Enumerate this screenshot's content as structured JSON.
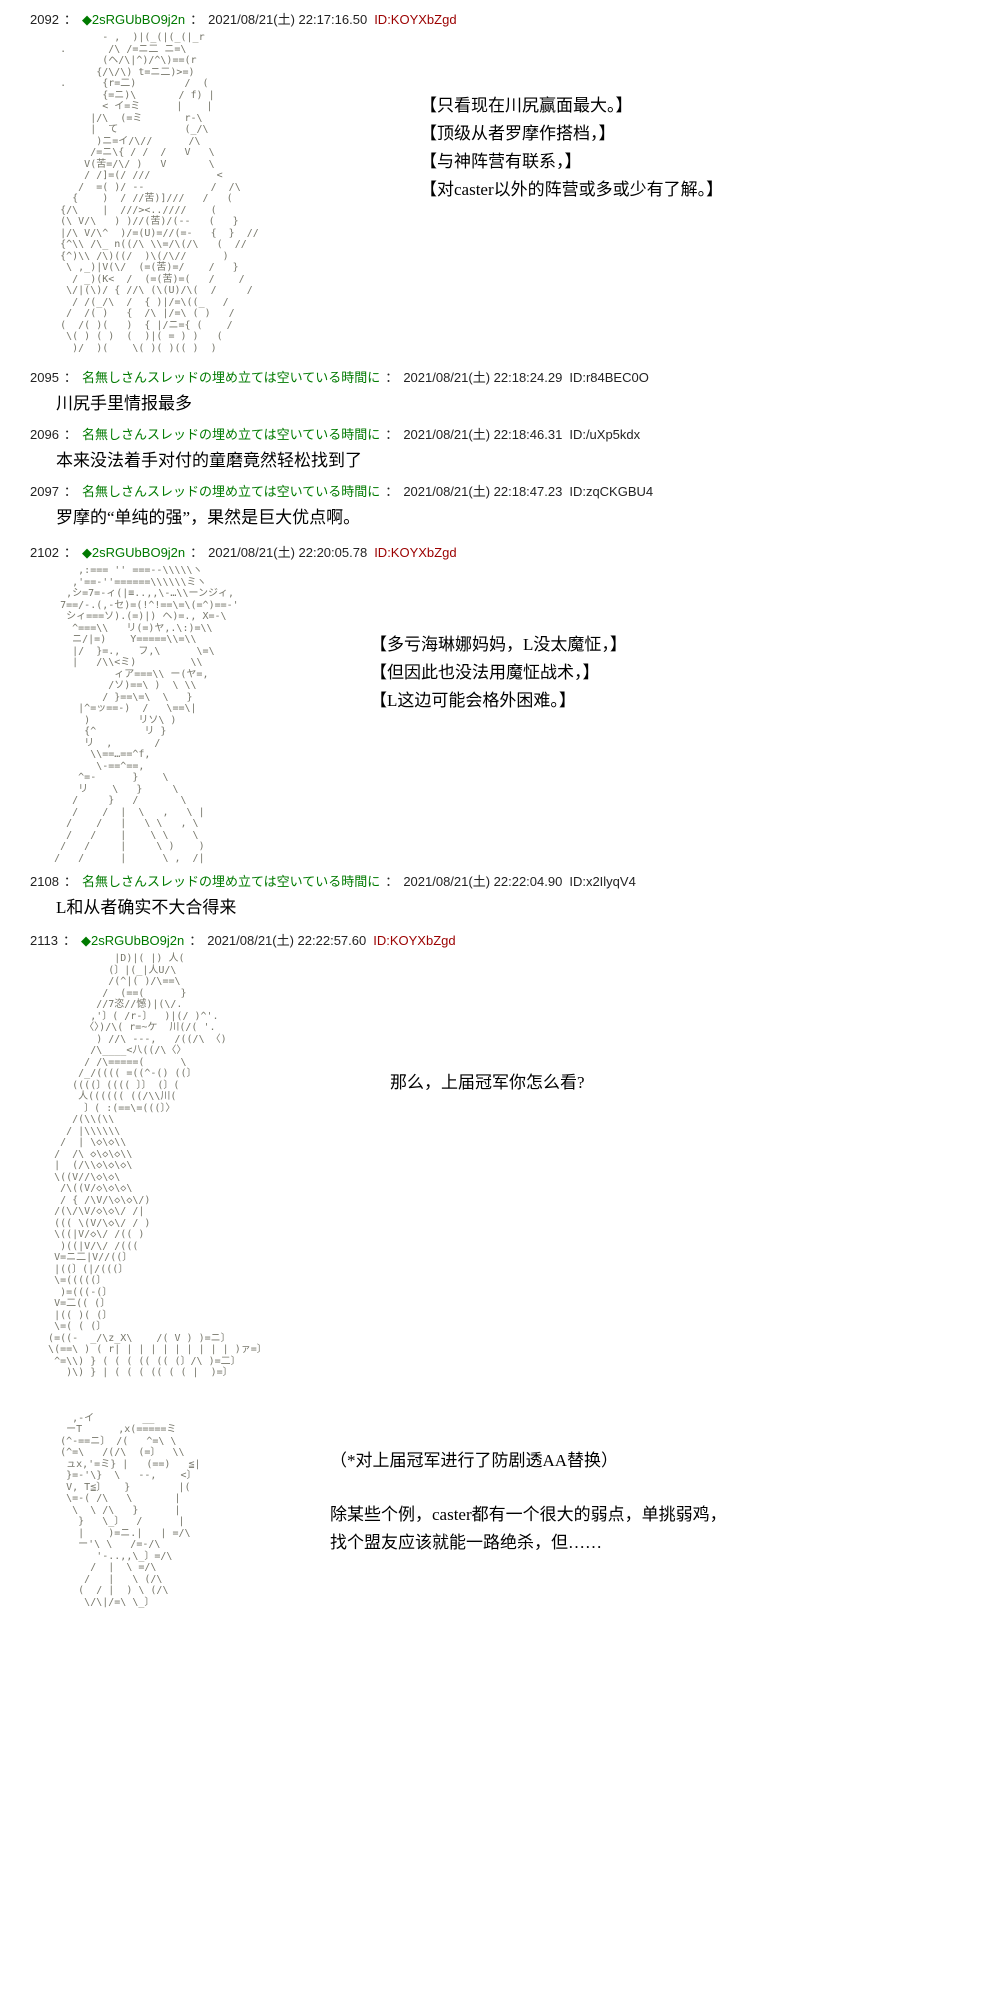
{
  "ui": {
    "sep": "："
  },
  "colors": {
    "background": "#ffffff",
    "name_green": "#007a00",
    "id_highlight": "#9b0000",
    "body_text": "#000000",
    "aa_text": "#76766a"
  },
  "posts": [
    {
      "number": "2092",
      "name": "◆2sRGUbBO9j2n",
      "date": "2021/08/21(土) 22:17:16.50",
      "id": "ID:KOYXbZgd",
      "aa": "            - ,  )|(_(|(_(|_r\n     .       /\\ /=ニ二 ニ=\\\n            (ヘ/\\|^)/^\\)==(r\n           {/\\/\\) t=ニ二)>=)\n     .      {r=二)        /  (\n            {=ニ)\\       / f) |\n            < イ=ミ      |    |\n          |/\\  (=ミ       r-\\\n          |  て           (_/\\\n           )ニ=イ/\\//      /\\\n          /=ニ\\{ / /  /   V   \\\n         V(苦=/\\/ )   V       \\\n         / /]=(/ ///           <\n        /  =( )/ --           /  /\\\n       {    )  / //苦)]///   /   (\n     {/\\    |  ///><..////    (\n     (\\ V/\\   ) )//(苦)/(--   (   }\n     |/\\ V/\\^  )/=(U)=//(=-   {  }  //\n     {^\\\\ /\\_ n((/\\ \\\\=/\\(/\\   (  //\n     {^)\\\\ /\\)((/  )\\(/\\//      )\n      \\ ,_)|V(\\/  (=(苦)=/    /   }\n       / _)(K<  /  (=(苦)=(   /    /\n      \\/|(\\)/ { //\\ (\\(U)/\\(  /     /\n       / /(_/\\  /  { )|/=\\((_   /\n      /  /( )   {  /\\ |/=\\ ( )   /\n     (  /( )(   )  { |/ニ={ (    /\n      \\( ) ( )  (  )|( = ) )   (\n       )/  )(    \\( )( )(( )  )",
      "dialogue": "【只看现在川尻赢面最大。】\n【顶级从者罗摩作搭档，】\n【与神阵营有联系，】\n【对caster以外的阵营或多或少有了解。】"
    },
    {
      "number": "2095",
      "name": "名無しさんスレッドの埋め立ては空いている時間に",
      "date": "2021/08/21(土) 22:18:24.29",
      "id": "ID:r84BEC0O",
      "text": "川尻手里情报最多"
    },
    {
      "number": "2096",
      "name": "名無しさんスレッドの埋め立ては空いている時間に",
      "date": "2021/08/21(土) 22:18:46.31",
      "id": "ID:/uXp5kdx",
      "text": "本来没法着手对付的童磨竟然轻松找到了"
    },
    {
      "number": "2097",
      "name": "名無しさんスレッドの埋め立ては空いている時間に",
      "date": "2021/08/21(土) 22:18:47.23",
      "id": "ID:zqCKGBU4",
      "text": "罗摩的“单纯的强”，果然是巨大优点啊。"
    },
    {
      "number": "2102",
      "name": "◆2sRGUbBO9j2n",
      "date": "2021/08/21(土) 22:20:05.78",
      "id": "ID:KOYXbZgd",
      "aa": "        ,:=== '' ===--\\\\\\\\\\ヽ\n       ,'==-''======\\\\\\\\\\\\ミヽ\n      ,シ=7=-ィ(|≡..,,\\-…\\\\ーンジィ,\n     7==/-.(,-セ)=(!^!==\\=\\(=^)==-'\n      シィ===ソ).(=)|) ヘ)=., X=-\\\n       ^===\\\\   リ(=)ヤ,.\\:)=\\\\\n       ニ/|=)    Y=====\\\\=\\\\\n       |/  }=.,   フ,\\      \\=\\\n       |   /\\\\<ミ)         \\\\\n              ィア===\\\\ ー(ヤ=,\n             /ソ)==\\ )  \\ \\\\\n            / }==\\=\\  \\   }\n        |^=ッ==-)  /   \\==\\|\n         )        リソ\\ )\n         {^        リ }\n         リ  ,       /\n          \\\\==…==^f,\n           \\-==^==,\n        ^=-      }    \\\n        リ    \\   }     \\\n       /     }   /       \\\n       /    /  |  \\   ,   \\ |\n      /    /   |   \\ \\   , \\\n      /   /    |    \\ \\    \\\n     /   /     |     \\ )    )\n    /   /      |      \\ ,  /|",
      "dialogue": "【多亏海琳娜妈妈，L没太魔怔，】\n【但因此也没法用魔怔战术，】\n【L这边可能会格外困难。】"
    },
    {
      "number": "2108",
      "name": "名無しさんスレッドの埋め立ては空いている時間に",
      "date": "2021/08/21(土) 22:22:04.90",
      "id": "ID:x2IlyqV4",
      "text": "L和从者确实不大合得来"
    },
    {
      "number": "2113",
      "name": "◆2sRGUbBO9j2n",
      "date": "2021/08/21(土) 22:22:57.60",
      "id": "ID:KOYXbZgd",
      "aa_top": "              |D)|( |) 人(\n             (〕|(_|人U/\\\n             /(^|( )/\\==\\\n            /  (==(      }\n           //7恣//憾)|(\\/.\n          ,'〕( /r-〕  )|(/ )^'.\n         〈〉)/\\( r=~ケ  川(/( '.\n           ) //\\ ---,   /((/\\ 〈)\n          /\\____<八((/\\〈〉\n         / /\\=====(      \\\n        /_/(((( =((^-() ((〕\n       ((((〕(((( 〕〕 (〕(\n        人(((((( ((/\\\\川(\n         〕( :(==\\=(((〕〉\n       /(\\\\(\\\\\n      / |\\\\\\\\\\\\\n     /  | \\◇\\◇\\\\\n    /  /\\ ◇\\◇\\◇\\\\\n    |  (/\\\\◇\\◇\\◇\\\n    \\((V//\\◇\\◇\\\n     /\\((V/◇\\◇\\◇\\\n     / { /\\V/\\◇\\◇\\/)\n    /(\\/\\V/◇\\◇\\/ /|\n    ((( \\(V/\\◇\\/ / )\n    \\((|V/◇\\/ /(( )\n     )((|V/\\/ /((( \n    V=ニ二|V//((〕\n    |((〕(|/(((〕\n    \\=(((((〕\n     )=(((-(〕\n    V=二(( (〕\n    |(( )( (〕\n    \\=( ( (〕\n   (=((-  _/\\z_X\\    /( V ) )=ニ〕\n   \\(==\\ ) ( r| | | | | | | | | | )ァ=〕\n    ^=\\\\) } ( ( ( (( (( (〕/\\ )=二〕\n      )\\) } | ( ( ( (( ( ( |  )=〕",
      "dialogue_top": "那么，上届冠军你怎么看?",
      "aa_bottom": "       ,-イ        __\n      ーT      ,x(=====ミ\n     (^-==ニ〕 /(   ^=\\ \\\n     (^=\\   /(/\\  (=〕  \\\\\n      ュx,'=ミ} |   (==)   ≦|\n      }=-'\\}  \\   --,    <〕\n      V, T≦〕   }        |(\n      \\=-( /\\   \\       |\n       \\  \\ /\\   }      |\n        }   \\_〕  /      |\n        |    )=ニ.|   | =/\\\n        ー'\\ \\   /=-/\\\n           '-..,,\\_〕=/\\\n          /  |  \\ =/\\\n         /   |   \\ (/\\\n        (  / |  ) \\ (/\\\n         \\/\\|/=\\ \\_〕",
      "note": "（*对上届冠军进行了防剧透AA替换）",
      "paragraph": "除某些个例，caster都有一个很大的弱点，单挑弱鸡，\n找个盟友应该就能一路绝杀，但……"
    }
  ]
}
